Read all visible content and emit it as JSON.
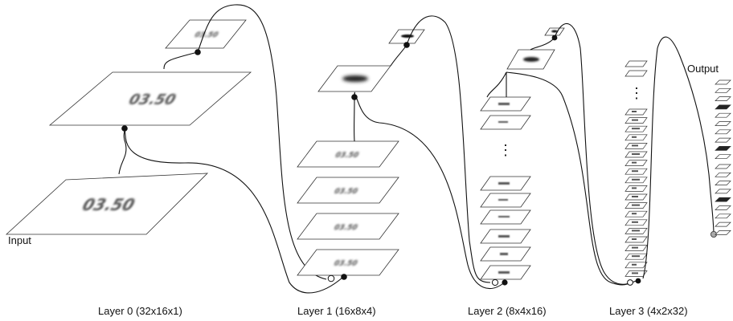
{
  "labels": {
    "input": "Input",
    "output": "Output",
    "layer0": "Layer 0 (32x16x1)",
    "layer1": "Layer 1 (16x8x4)",
    "layer2": "Layer 2 (8x4x16)",
    "layer3": "Layer 3 (4x2x32)",
    "ellipsis": "⋮"
  },
  "image_text": "03.50"
}
